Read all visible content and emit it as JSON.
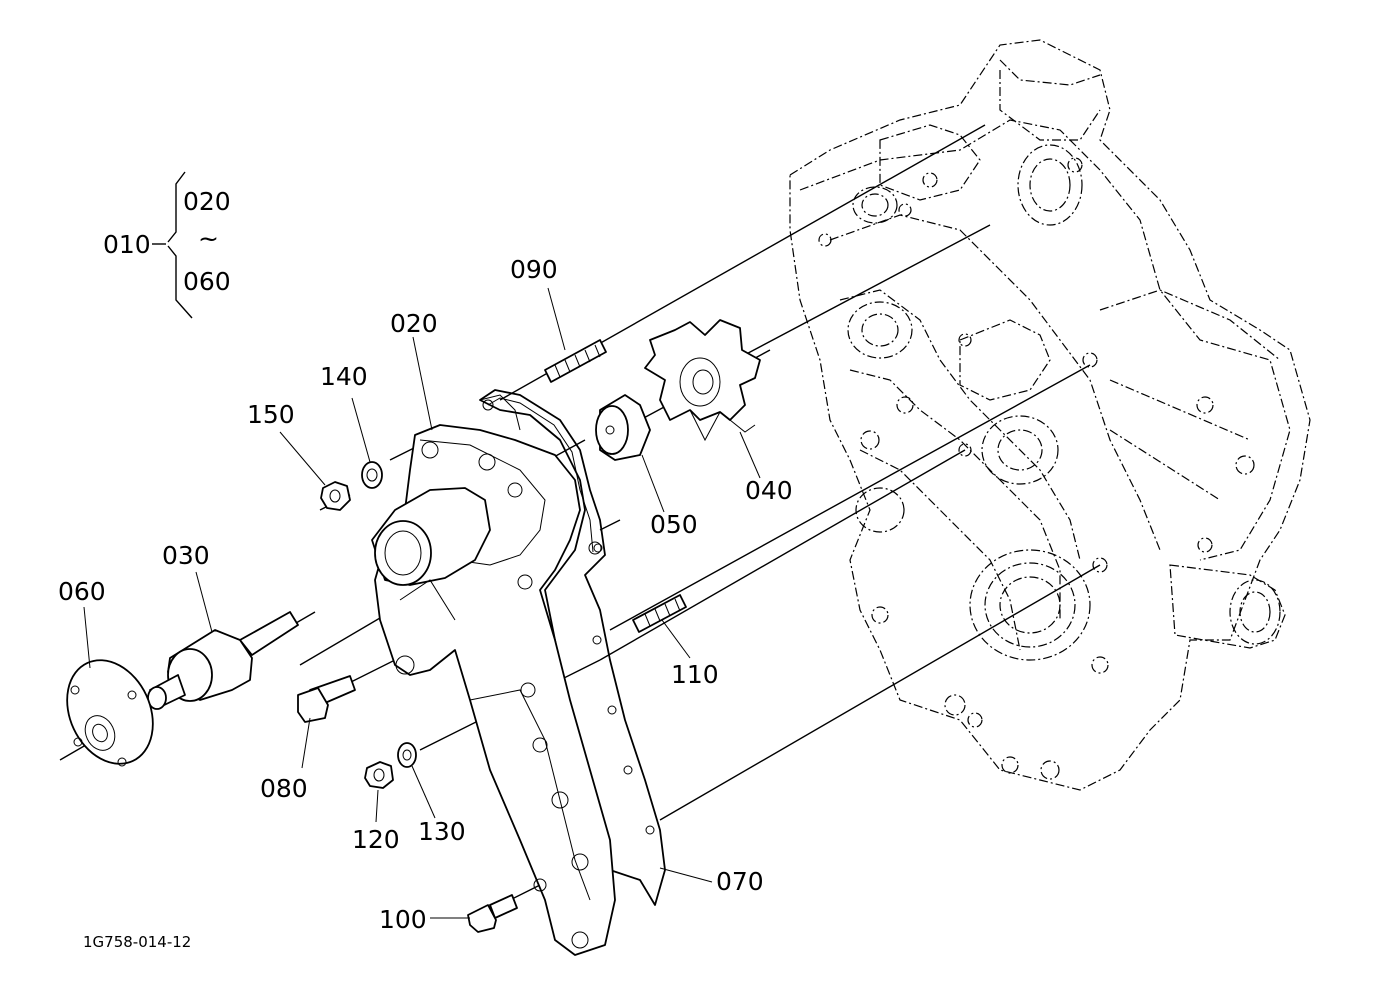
{
  "diagram": {
    "drawing_code": "1G758-014-12",
    "assembly": {
      "label": "010",
      "range_start": "020",
      "range_tilde": "~",
      "range_end": "060"
    },
    "part_labels": {
      "p020": "020",
      "p030": "030",
      "p040": "040",
      "p050": "050",
      "p060": "060",
      "p070": "070",
      "p080": "080",
      "p090": "090",
      "p100": "100",
      "p110": "110",
      "p120": "120",
      "p130": "130",
      "p140": "140",
      "p150": "150"
    },
    "colors": {
      "line": "#000000",
      "background": "#ffffff"
    }
  }
}
